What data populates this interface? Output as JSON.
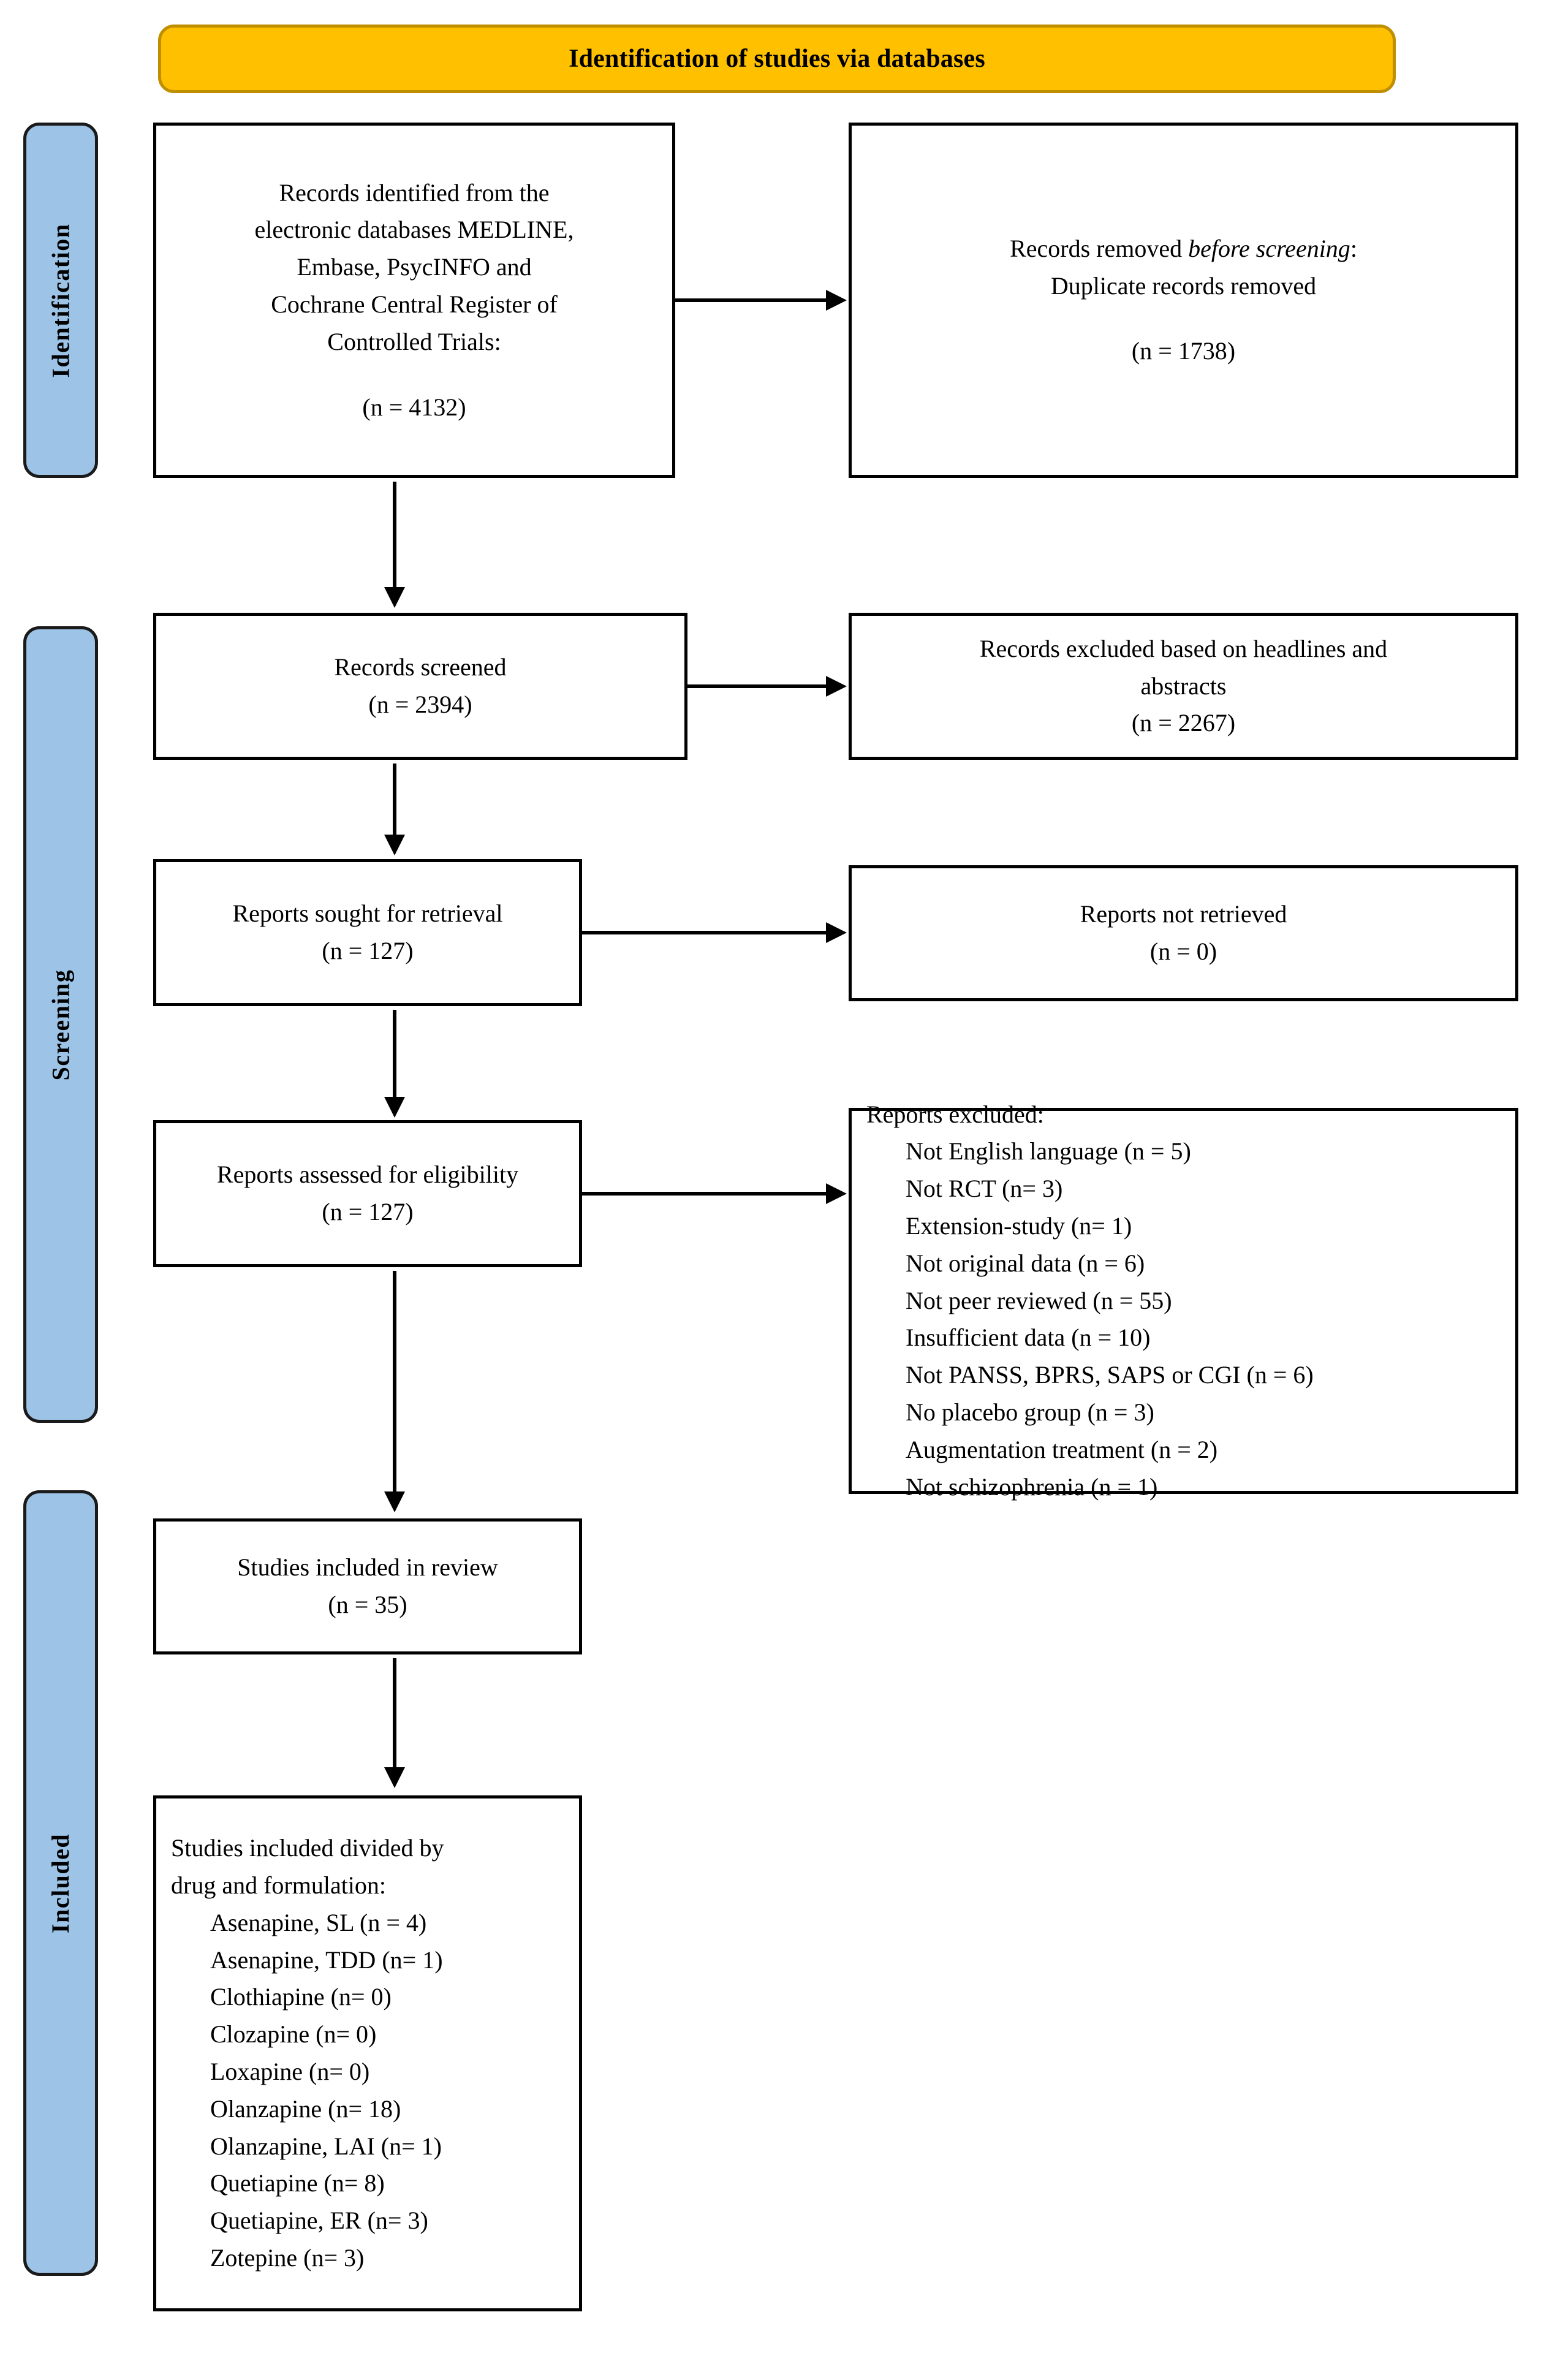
{
  "banner": {
    "title": "Identification of studies via databases"
  },
  "stages": [
    {
      "id": "identification",
      "label": "Identification"
    },
    {
      "id": "screening",
      "label": "Screening"
    },
    {
      "id": "included",
      "label": "Included"
    }
  ],
  "boxes": {
    "identified": {
      "lines": [
        "Records identified from the",
        "electronic databases MEDLINE,",
        "Embase, PsycINFO and",
        "Cochrane Central Register of",
        "Controlled Trials:"
      ],
      "count": "(n = 4132)"
    },
    "removed": {
      "line1_prefix": "Records removed ",
      "line1_italic": "before screening",
      "line1_suffix": ":",
      "line2": "Duplicate records removed",
      "count": "(n = 1738)"
    },
    "screened": {
      "title": "Records screened",
      "count": "(n = 2394)"
    },
    "excluded_abstracts": {
      "line1": "Records excluded based on headlines and",
      "line2": "abstracts",
      "count": "(n = 2267)"
    },
    "sought": {
      "title": "Reports sought for retrieval",
      "count": "(n = 127)"
    },
    "not_retrieved": {
      "title": "Reports not retrieved",
      "count": "(n = 0)"
    },
    "assessed": {
      "title": "Reports assessed for eligibility",
      "count": "(n = 127)"
    },
    "reports_excluded": {
      "title": "Reports excluded:",
      "reasons": [
        "Not English language (n = 5)",
        "Not RCT (n= 3)",
        "Extension-study (n= 1)",
        "Not original data (n = 6)",
        "Not peer reviewed (n = 55)",
        "Insufficient data (n = 10)",
        "Not PANSS, BPRS, SAPS or CGI (n = 6)",
        "No placebo group (n = 3)",
        "Augmentation treatment (n = 2)",
        "Not schizophrenia (n = 1)"
      ]
    },
    "included_review": {
      "title": "Studies included in review",
      "count": "(n = 35)"
    },
    "divided": {
      "title_line1": "Studies included divided by",
      "title_line2": "drug and formulation:",
      "items": [
        "Asenapine, SL (n = 4)",
        "Asenapine, TDD (n= 1)",
        "Clothiapine (n= 0)",
        "Clozapine (n= 0)",
        "Loxapine (n= 0)",
        "Olanzapine (n= 18)",
        "Olanzapine, LAI (n= 1)",
        "Quetiapine (n= 8)",
        "Quetiapine, ER (n= 3)",
        "Zotepine (n= 3)"
      ]
    }
  },
  "colors": {
    "banner_fill": "#FFC000",
    "banner_border": "#BF8F00",
    "stage_fill": "#9DC3E6",
    "box_border": "#000000",
    "connector": "#000000"
  }
}
